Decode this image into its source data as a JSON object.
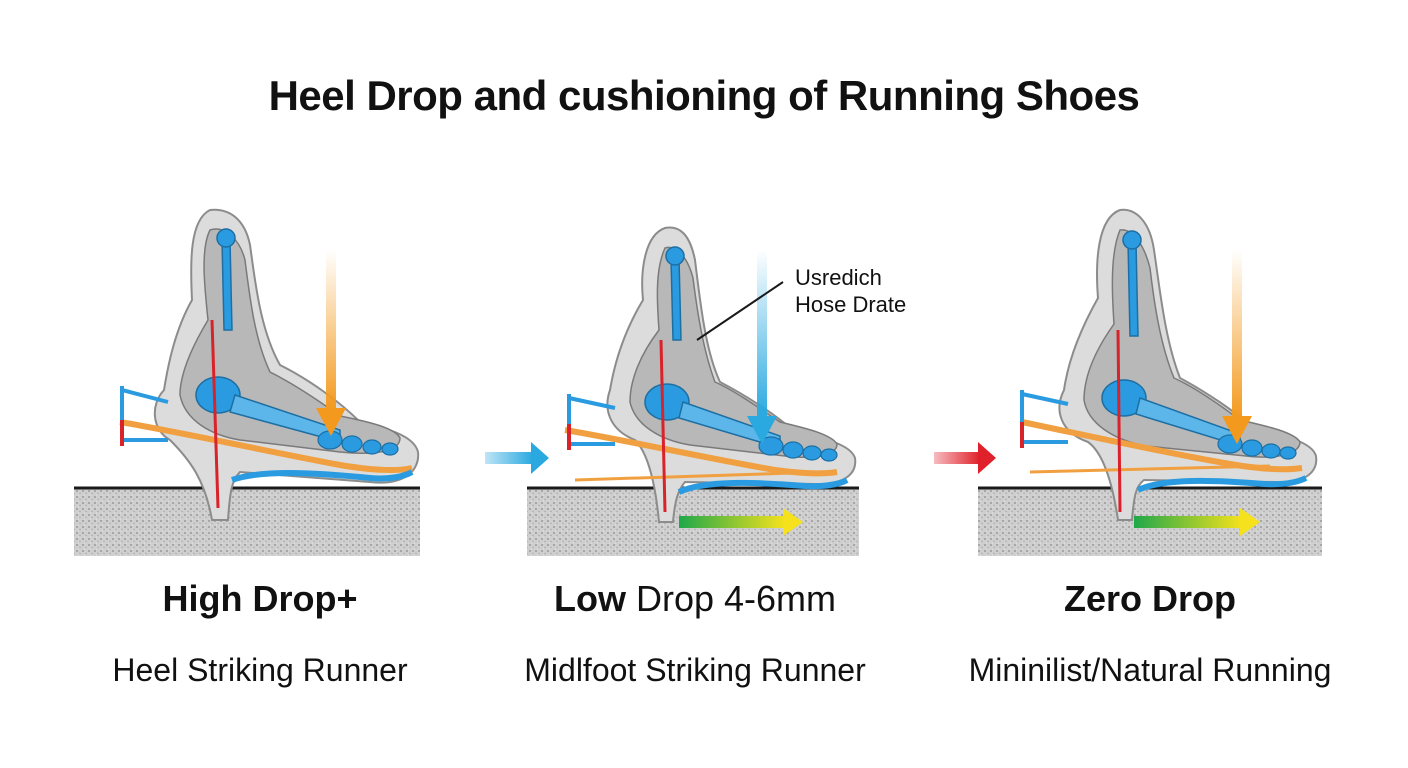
{
  "title": "Heel Drop and cushioning of Running Shoes",
  "panels": [
    {
      "heading_strong": "High Drop+",
      "heading_rest": "",
      "subtitle": "Heel Striking Runner",
      "load_arrow_color": "#f39a1e",
      "incoming_arrow_color": "",
      "callout": []
    },
    {
      "heading_strong": "Low",
      "heading_rest": " Drop 4-6mm",
      "subtitle": "Midlfoot Striking Runner",
      "load_arrow_color": "#29a9e0",
      "incoming_arrow_color": "#29a9e0",
      "callout": [
        "Usredich",
        "Hose Drate"
      ]
    },
    {
      "heading_strong": "Zero Drop",
      "heading_rest": "",
      "subtitle": "Mininilist/Natural Running",
      "load_arrow_color": "#f39a1e",
      "incoming_arrow_color": "#e0202a",
      "callout": []
    }
  ],
  "colors": {
    "bone": "#2a9be0",
    "cushion": "#f0a040",
    "ground_line": "#1a1a1a",
    "ground_fill": "#c9c9c9",
    "force_line": "#d8232a"
  }
}
